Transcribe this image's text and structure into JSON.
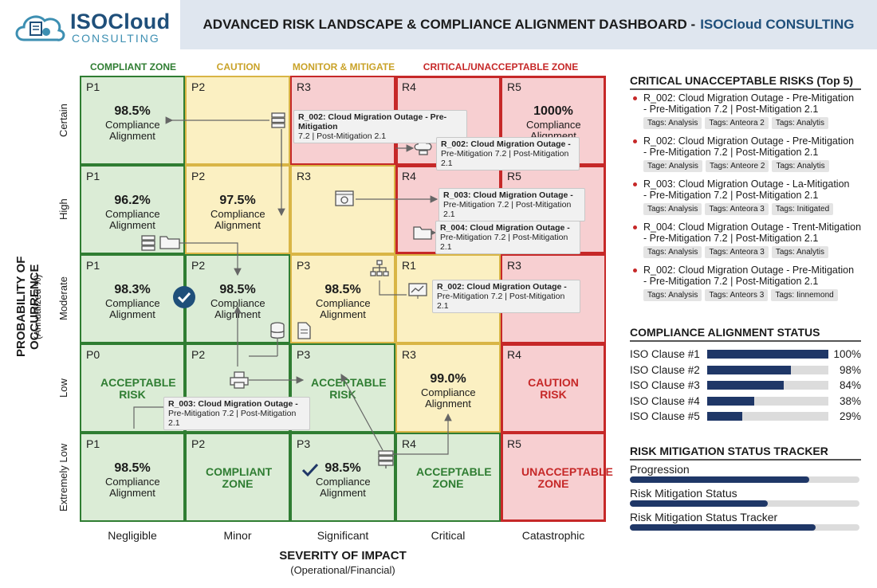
{
  "header": {
    "brand": "ISOCloud",
    "brand_sub": "CONSULTING",
    "title": "ADVANCED RISK LANDSCAPE & COMPLIANCE ALIGNMENT DASHBOARD - ",
    "title_company": "ISOCloud CONSULTING"
  },
  "zones": [
    "COMPLIANT ZONE",
    "CAUTION",
    "MONITOR & MITIGATE",
    "CRITICAL/UNACCEPTABLE ZONE"
  ],
  "axes": {
    "y_title": "PROBABILITY OF OCCURRENCE",
    "y_sub": "(Annualized %)",
    "x_title": "SEVERITY OF IMPACT",
    "x_sub": "(Operational/Financial)",
    "rows": [
      "Certain",
      "High",
      "Moderate",
      "Low",
      "Extremely Low"
    ],
    "cols": [
      "Negligible",
      "Minor",
      "Significant",
      "Critical",
      "Catastrophic"
    ]
  },
  "grid": [
    [
      {
        "id": "P1",
        "value": "98.5%",
        "sub": "Compliance Alignment"
      },
      {
        "id": "P2"
      },
      {
        "id": "R3"
      },
      {
        "id": "R4"
      },
      {
        "id": "R5",
        "value": "1000%",
        "sub": "Compliance Alignment"
      }
    ],
    [
      {
        "id": "P1",
        "value": "96.2%",
        "sub": "Compliance Alignment"
      },
      {
        "id": "P2",
        "value": "97.5%",
        "sub": "Compliance Alignment"
      },
      {
        "id": "R3"
      },
      {
        "id": "R4"
      },
      {
        "id": "R5"
      }
    ],
    [
      {
        "id": "P1",
        "value": "98.3%",
        "sub": "Compliance Alignment"
      },
      {
        "id": "P2",
        "value": "98.5%",
        "sub": "Compliance Alignment"
      },
      {
        "id": "P3",
        "value": "98.5%",
        "sub": "Compliance Alignment"
      },
      {
        "id": "R1"
      },
      {
        "id": "R3"
      }
    ],
    [
      {
        "id": "P0",
        "zone": "ACCEPTABLE RISK"
      },
      {
        "id": "P2"
      },
      {
        "id": "P3",
        "zone": "ACCEPTABLE RISK"
      },
      {
        "id": "R3",
        "value": "99.0%",
        "sub": "Compliance Alignment"
      },
      {
        "id": "R4",
        "zone": "CAUTION RISK"
      }
    ],
    [
      {
        "id": "P1",
        "value": "98.5%",
        "sub": "Compliance Alignment"
      },
      {
        "id": "P2",
        "zone": "COMPLIANT ZONE"
      },
      {
        "id": "P3",
        "value": "98.5%",
        "sub": "Compliance Alignment"
      },
      {
        "id": "R4",
        "zone": "ACCEPTABLE ZONE"
      },
      {
        "id": "R5",
        "zone": "UNACCEPTABLE ZONE"
      }
    ]
  ],
  "callouts": [
    {
      "title": "R_002: Cloud Migration Outage - Pre-Mitigation",
      "detail": "7.2 | Post-Mitigation 2.1"
    },
    {
      "title": "R_002: Cloud Migration Outage -",
      "detail": "Pre-Mitigation 7.2 | Post-Mitigation 2.1"
    },
    {
      "title": "R_003: Cloud Migration Outage -",
      "detail": "Pre-Mitigation 7.2 | Post-Mitigation 2.1"
    },
    {
      "title": "R_004: Cloud Migration Outage -",
      "detail": "Pre-Mitigation 7.2 | Post-Mitigation 2.1"
    },
    {
      "title": "R_002: Cloud Migration Outage -",
      "detail": "Pre-Mitigation 7.2 | Post-Mitigation 2.1"
    },
    {
      "title": "R_003: Cloud Migration Outage -",
      "detail": "Pre-Mitigation 7.2 | Post-Mitigation 2.1"
    }
  ],
  "critical": {
    "title": "CRITICAL UNACCEPTABLE RISKS (Top 5)",
    "items": [
      {
        "name": "R_002: Cloud Migration Outage - Pre-Mitigation",
        "detail": "- Pre-Mitigation 7.2 | Post-Mitigation 2.1",
        "tags": [
          "Tags: Analysis",
          "Tags: Anteora 2",
          "Tags: Analytis"
        ]
      },
      {
        "name": "R_002: Cloud Migration Outage - Pre-Mitigation",
        "detail": "- Pre-Mitigation 7.2 | Post-Mitigation 2.1",
        "tags": [
          "Tage: Analysis",
          "Tags: Anteore 2",
          "Tags: Analytis"
        ]
      },
      {
        "name": "R_003: Cloud Migration Outage - La-Mitigation",
        "detail": "- Pre-Mitigation 7.2 | Post-Mitigation 2.1",
        "tags": [
          "Tags: Analysis",
          "Tags: Anteora 3",
          "Tags: Initigated"
        ]
      },
      {
        "name": "R_004: Cloud Migration Outage - Trent-Mitigation",
        "detail": "- Pre-Mitigation 7.2 | Post-Mitigation 2.1",
        "tags": [
          "Tags: Analysis",
          "Tags: Anteora 3",
          "Tags: Analytis"
        ]
      },
      {
        "name": "R_002: Cloud Migration Outage - Pre-Mitigation",
        "detail": "- Pre-Mitigation 7.2 | Post-Mitigation 2.1",
        "tags": [
          "Tags: Analysis",
          "Tags: Anteors 3",
          "Tags: Iinnemond"
        ]
      }
    ]
  },
  "compliance": {
    "title": "COMPLIANCE ALIGNMENT STATUS",
    "items": [
      {
        "label": "ISO Clause #1",
        "pct": "100%",
        "value": 1.0
      },
      {
        "label": "ISO Clause #2",
        "pct": "98%",
        "value": 0.69
      },
      {
        "label": "ISO Clause #3",
        "pct": "84%",
        "value": 0.63
      },
      {
        "label": "ISO Clause #4",
        "pct": "38%",
        "value": 0.39
      },
      {
        "label": "ISO Clause #5",
        "pct": "29%",
        "value": 0.29
      }
    ]
  },
  "tracker": {
    "title": "RISK MITIGATION STATUS TRACKER",
    "items": [
      {
        "label": "Progression",
        "value": 0.78
      },
      {
        "label": "Risk Mitigation Status",
        "value": 0.6
      },
      {
        "label": "Risk Mitigation Status Tracker",
        "value": 0.81
      }
    ]
  },
  "colors": {
    "green": "#2f7d32",
    "yellow": "#d9b545",
    "red": "#c62828",
    "navy": "#1f3767",
    "brand": "#1f4f7a"
  }
}
